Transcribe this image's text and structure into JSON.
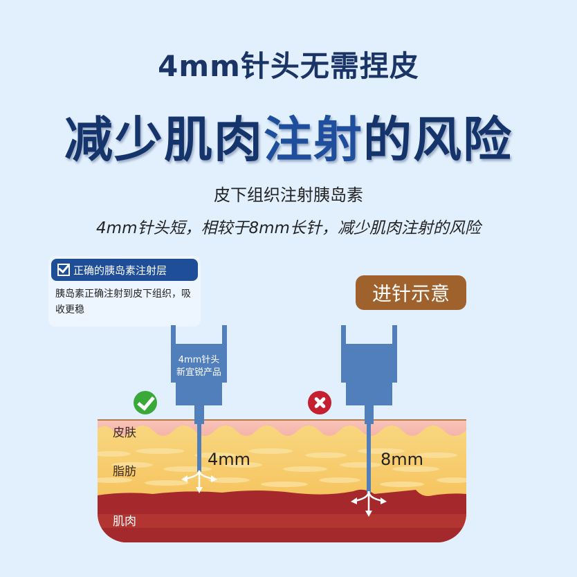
{
  "header": {
    "title_line1": "4mm针头无需捏皮",
    "title_line2_part1": "减少肌肉",
    "title_line2_highlight": "注射",
    "title_line2_part2": "的风险",
    "subtitle": "皮下组织注射胰岛素",
    "description": "4mm针头短，相较于8mm长针，减少肌肉注射的风险"
  },
  "info_card": {
    "icon": "checkbox-checked-icon",
    "heading": "正确的胰岛素注射层",
    "body": "胰岛素正确注射到皮下组织，吸收更稳"
  },
  "badge": {
    "label": "进针示意"
  },
  "needles": [
    {
      "label_line1": "4mm针头",
      "label_line2": "新宜锐产品",
      "length_label": "4mm",
      "status": "correct",
      "status_icon": "check-circle-icon"
    },
    {
      "label_line1": "",
      "label_line2": "",
      "length_label": "8mm",
      "status": "incorrect",
      "status_icon": "x-circle-icon"
    }
  ],
  "layers": [
    {
      "name": "皮肤",
      "color": "#f4aaa0"
    },
    {
      "name": "脂肪",
      "color": "#f7c86a"
    },
    {
      "name": "肌肉",
      "color": "#a4282c"
    }
  ],
  "colors": {
    "background": "#e2f0fe",
    "title": "#1b3466",
    "accent_blue": "#1f4e99",
    "needle": "#517fbc",
    "badge": "#a0622d",
    "check": "#3aa93a",
    "cross": "#c4202f"
  }
}
